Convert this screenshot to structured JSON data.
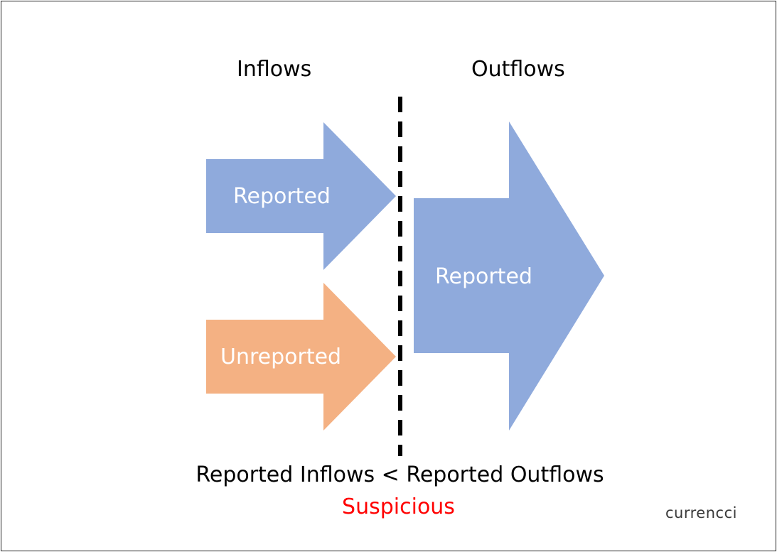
{
  "headings": {
    "inflows": "Inflows",
    "outflows": "Outflows"
  },
  "arrows": {
    "inflow_reported": {
      "label": "Reported",
      "color": "#8FAADC"
    },
    "inflow_unreported": {
      "label": "Unreported",
      "color": "#F4B183"
    },
    "outflow_reported": {
      "label": "Reported",
      "color": "#8FAADC"
    }
  },
  "divider_color": "#000000",
  "comparison_text": "Reported Inflows < Reported Outflows",
  "verdict": {
    "text": "Suspicious",
    "color": "#FF0000"
  },
  "brand": "currencci"
}
